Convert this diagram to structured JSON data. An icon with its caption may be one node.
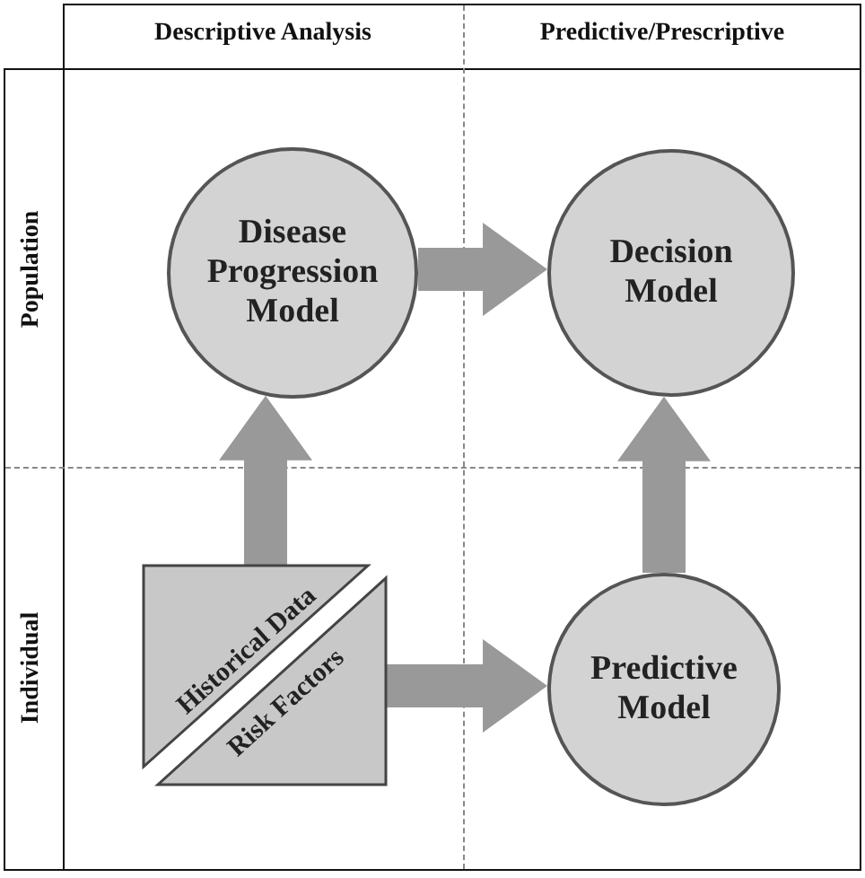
{
  "diagram": {
    "nodes": [
      {
        "text": [
          "Disease Progression Model"
        ]
      },
      {
        "text": [
          "Decision Model"
        ]
      },
      {
        "text": [
          "Historical Data"
        ]
      },
      {
        "text": [
          "Risk Factors"
        ]
      },
      {
        "text": [
          "Predictive Model"
        ]
      }
    ],
    "edges": [
      {
        "from": 0,
        "to": 1,
        "arrow": "to"
      },
      {
        "from": 2,
        "to": 0,
        "arrow": "to"
      },
      {
        "from": 3,
        "to": 4,
        "arrow": "to"
      },
      {
        "from": 4,
        "to": 1,
        "arrow": "to"
      }
    ],
    "labels": [
      "Descriptive Analysis",
      "Predictive/Prescriptive",
      "Population",
      "Individual"
    ]
  }
}
